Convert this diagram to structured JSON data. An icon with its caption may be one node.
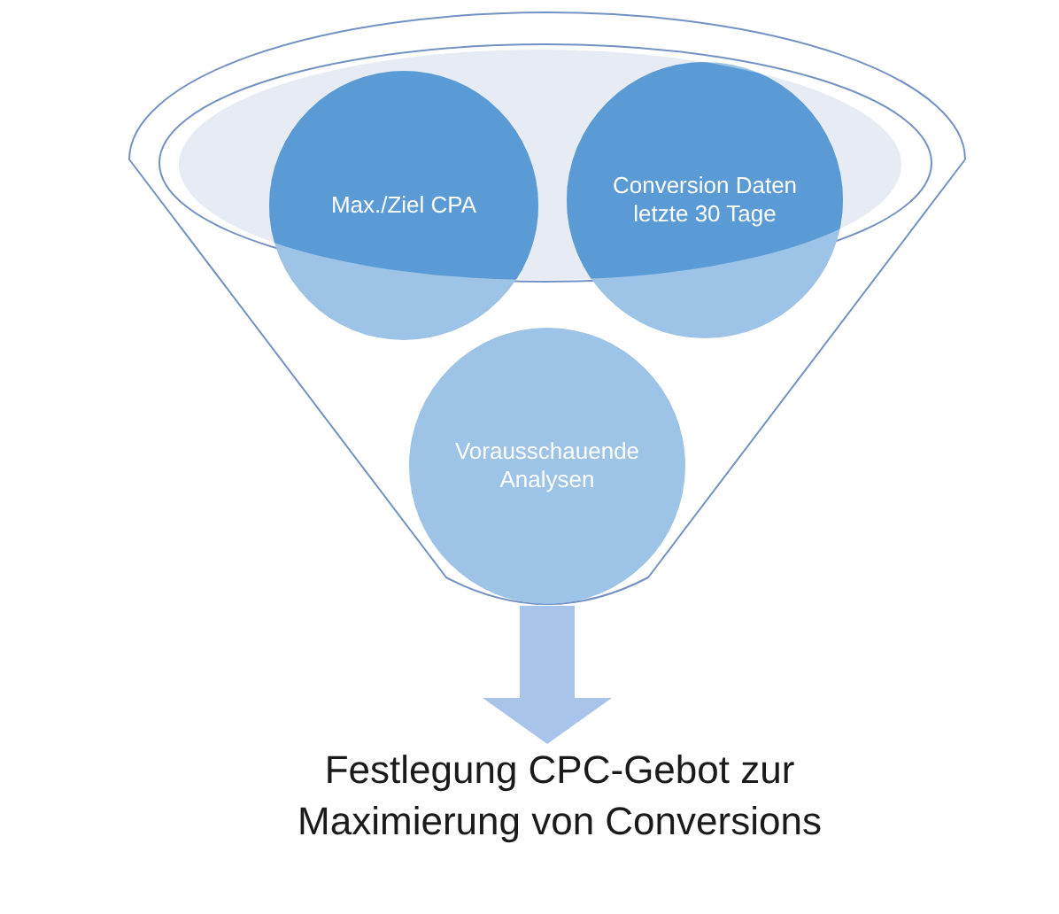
{
  "diagram": {
    "nodes": [
      {
        "text": [],
        "shape": "funnel"
      },
      {
        "text": [
          "Max./Ziel CPA"
        ],
        "in": 0
      },
      {
        "text": [
          "Conversion Daten letzte 30 Tage"
        ],
        "in": 0
      },
      {
        "text": [
          "Vorausschauende Analysen"
        ],
        "in": 0
      },
      {
        "text": [
          "Festlegung CPC-Gebot zur Maximierung von Conversions"
        ]
      }
    ],
    "edges": [
      {
        "from": 0,
        "to": 4,
        "arrow": "to"
      }
    ]
  }
}
